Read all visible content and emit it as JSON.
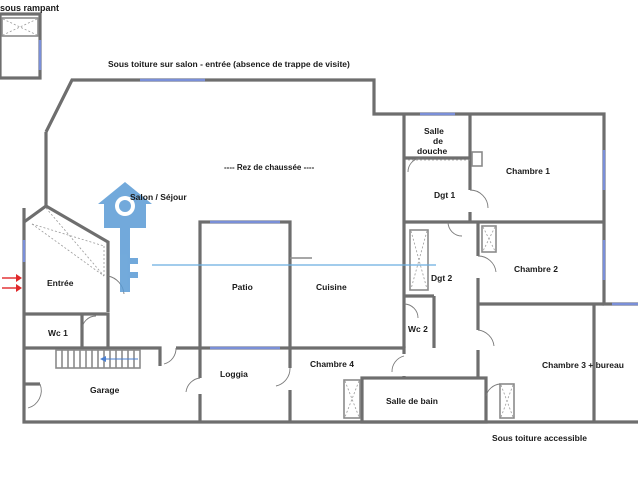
{
  "labels": {
    "crawlspace": "sous rampant",
    "roof_salon": "Sous toiture sur salon - entrée (absence de trappe de visite)",
    "ground_floor": "---- Rez de chaussée ----",
    "salon": "Salon / Séjour",
    "salle_douche_1": "Salle",
    "salle_douche_2": "de",
    "salle_douche_3": "douche",
    "chambre1": "Chambre 1",
    "dgt1": "Dgt 1",
    "dgt2": "Dgt 2",
    "chambre2": "Chambre 2",
    "patio": "Patio",
    "cuisine": "Cuisine",
    "entree": "Entrée",
    "wc1": "Wc 1",
    "wc2": "Wc 2",
    "chambre3": "Chambre 3 + bureau",
    "garage": "Garage",
    "loggia": "Loggia",
    "chambre4": "Chambre 4",
    "salle_bain": "Salle de bain",
    "roof_access": "Sous toiture accessible"
  },
  "colors": {
    "walls": "#6e6e6e",
    "windows": "#7a8fd8",
    "watermark": "#5a9bd5",
    "entry_arrows": "#e0282a",
    "cursor_line": "#6aaee0"
  },
  "icons": {
    "watermark": "house-key-icon",
    "entry": "entry-arrow-icon"
  }
}
